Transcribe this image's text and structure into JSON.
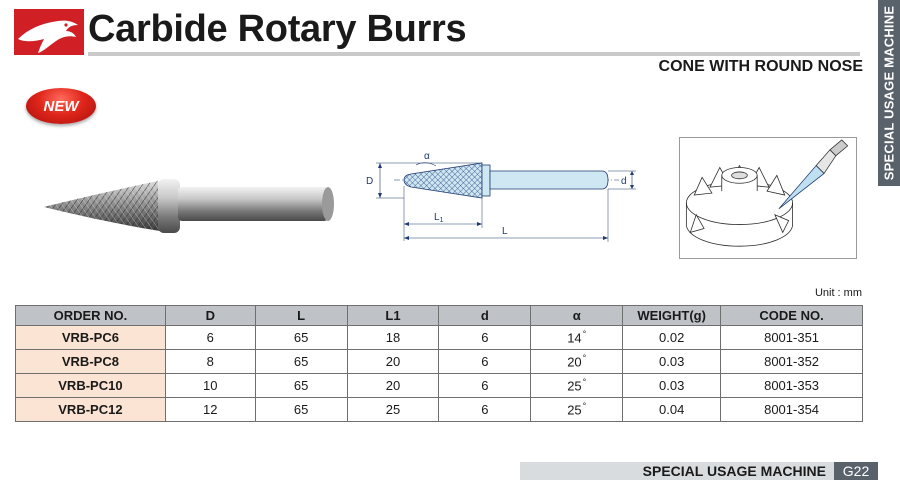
{
  "header": {
    "title": "Carbide Rotary Burrs",
    "subtitle": "CONE WITH ROUND NOSE",
    "side_tab": "SPECIAL USAGE MACHINE",
    "badge": "NEW"
  },
  "diagram": {
    "labels": {
      "alpha": "α",
      "D": "D",
      "d": "d",
      "L1": "L",
      "L1_sub": "1",
      "L": "L"
    }
  },
  "table": {
    "unit_note": "Unit : mm",
    "columns": [
      "ORDER NO.",
      "D",
      "L",
      "L1",
      "d",
      "α",
      "WEIGHT(g)",
      "CODE NO."
    ],
    "rows": [
      {
        "order": "VRB-PC6",
        "D": "6",
        "L": "65",
        "L1": "18",
        "d": "6",
        "alpha": "14",
        "deg": "°",
        "weight": "0.02",
        "code": "8001-351"
      },
      {
        "order": "VRB-PC8",
        "D": "8",
        "L": "65",
        "L1": "20",
        "d": "6",
        "alpha": "20",
        "deg": "°",
        "weight": "0.03",
        "code": "8001-352"
      },
      {
        "order": "VRB-PC10",
        "D": "10",
        "L": "65",
        "L1": "20",
        "d": "6",
        "alpha": "25",
        "deg": "°",
        "weight": "0.03",
        "code": "8001-353"
      },
      {
        "order": "VRB-PC12",
        "D": "12",
        "L": "65",
        "L1": "25",
        "d": "6",
        "alpha": "25",
        "deg": "°",
        "weight": "0.04",
        "code": "8001-354"
      }
    ]
  },
  "footer": {
    "section": "SPECIAL USAGE MACHINE",
    "page": "G22"
  },
  "colors": {
    "brand_red": "#d11f26",
    "header_gray": "#bfc3c8",
    "order_cell": "#fbe4d3",
    "tab_gray": "#59616b"
  },
  "icons": {
    "logo": "eagle-logo-icon"
  }
}
